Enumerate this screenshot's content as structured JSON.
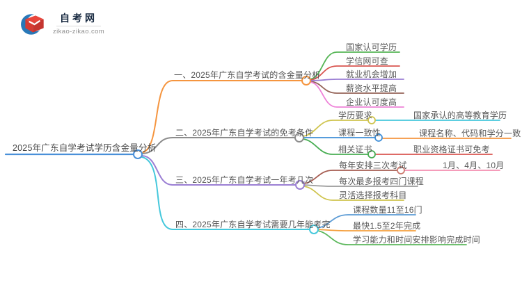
{
  "logo": {
    "title": "自考网",
    "domain": "zikao-zikao.com"
  },
  "root": {
    "label": "2025年广东自学考试学历含金量分析"
  },
  "branches": [
    {
      "label": "一、2025年广东自学考试的含金量分析",
      "children": [
        {
          "label": "国家认可学历"
        },
        {
          "label": "学信网可查"
        },
        {
          "label": "就业机会增加"
        },
        {
          "label": "薪资水平提高"
        },
        {
          "label": "企业认可度高"
        }
      ]
    },
    {
      "label": "二、2025年广东自学考试的免考条件",
      "children": [
        {
          "label": "学历要求",
          "child": "国家承认的高等教育学历"
        },
        {
          "label": "课程一致性",
          "child": "课程名称、代码和学分一致"
        },
        {
          "label": "相关证书",
          "child": "职业资格证书可免考"
        }
      ]
    },
    {
      "label": "三、2025年广东自学考试一年考几次",
      "children": [
        {
          "label": "每年安排三次考试",
          "child": "1月、4月、10月"
        },
        {
          "label": "每次最多报考四门课程"
        },
        {
          "label": "灵活选择报考科目"
        }
      ]
    },
    {
      "label": "四、2025年广东自学考试需要几年能考完",
      "children": [
        {
          "label": "课程数量11至16门"
        },
        {
          "label": "最快1.5至2年完成"
        },
        {
          "label": "学习能力和时间安排影响完成时间"
        }
      ]
    }
  ],
  "colors": {
    "root": "#4a90d9",
    "branch1": "#f5953f",
    "branch2": "#8c8c8c",
    "branch3": "#9b7fd4",
    "branch4": "#45c8dc",
    "b1c1": "#55b555",
    "b1c2": "#d95550",
    "b1c3": "#9b7fd4",
    "b1c4": "#96655a",
    "b1c5": "#ee82d8",
    "b2c1": "#cfc44e",
    "b2c1_child": "#45c8dc",
    "b2c2": "#3f8fd8",
    "b2c2_child": "#f5953f",
    "b2c3": "#47ad52",
    "b2c3_child": "#d95550",
    "b3c1": "#a65d52",
    "b3c1_node": "#cb7a6f",
    "b3c1_child": "#f48fb1",
    "b3c2": "#9a9a9a",
    "b3c3": "#cfc44e",
    "b4c1": "#5b9bd5",
    "b4c2": "#f5a03f",
    "b4c3": "#5cb85c",
    "logo_navy": "#16283f",
    "logo_blue": "#2878b8",
    "logo_red": "#e8453c"
  }
}
